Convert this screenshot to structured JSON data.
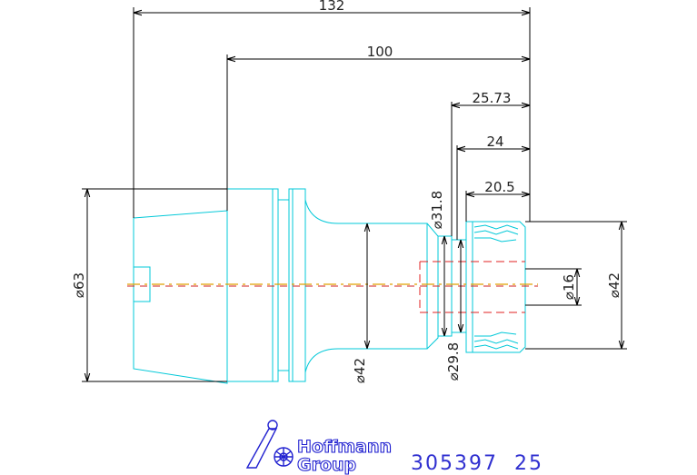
{
  "dimensions": {
    "overall_length": "132",
    "length_100": "100",
    "length_25_73": "25.73",
    "length_24": "24",
    "length_20_5": "20.5",
    "dia_63": "⌀63",
    "dia_42_shank": "⌀42",
    "dia_31_8": "⌀31.8",
    "dia_29_8": "⌀29.8",
    "dia_16": "⌀16",
    "dia_42_nut": "⌀42"
  },
  "title_block": {
    "brand_line1": "Hoffmann",
    "brand_line2": "Group",
    "part_number": "305397  25"
  },
  "colors": {
    "outline": "#00c8d8",
    "dimension": "#000000",
    "hidden": "#e02020",
    "centerline": "#e0a000",
    "brand": "#2020d0"
  }
}
